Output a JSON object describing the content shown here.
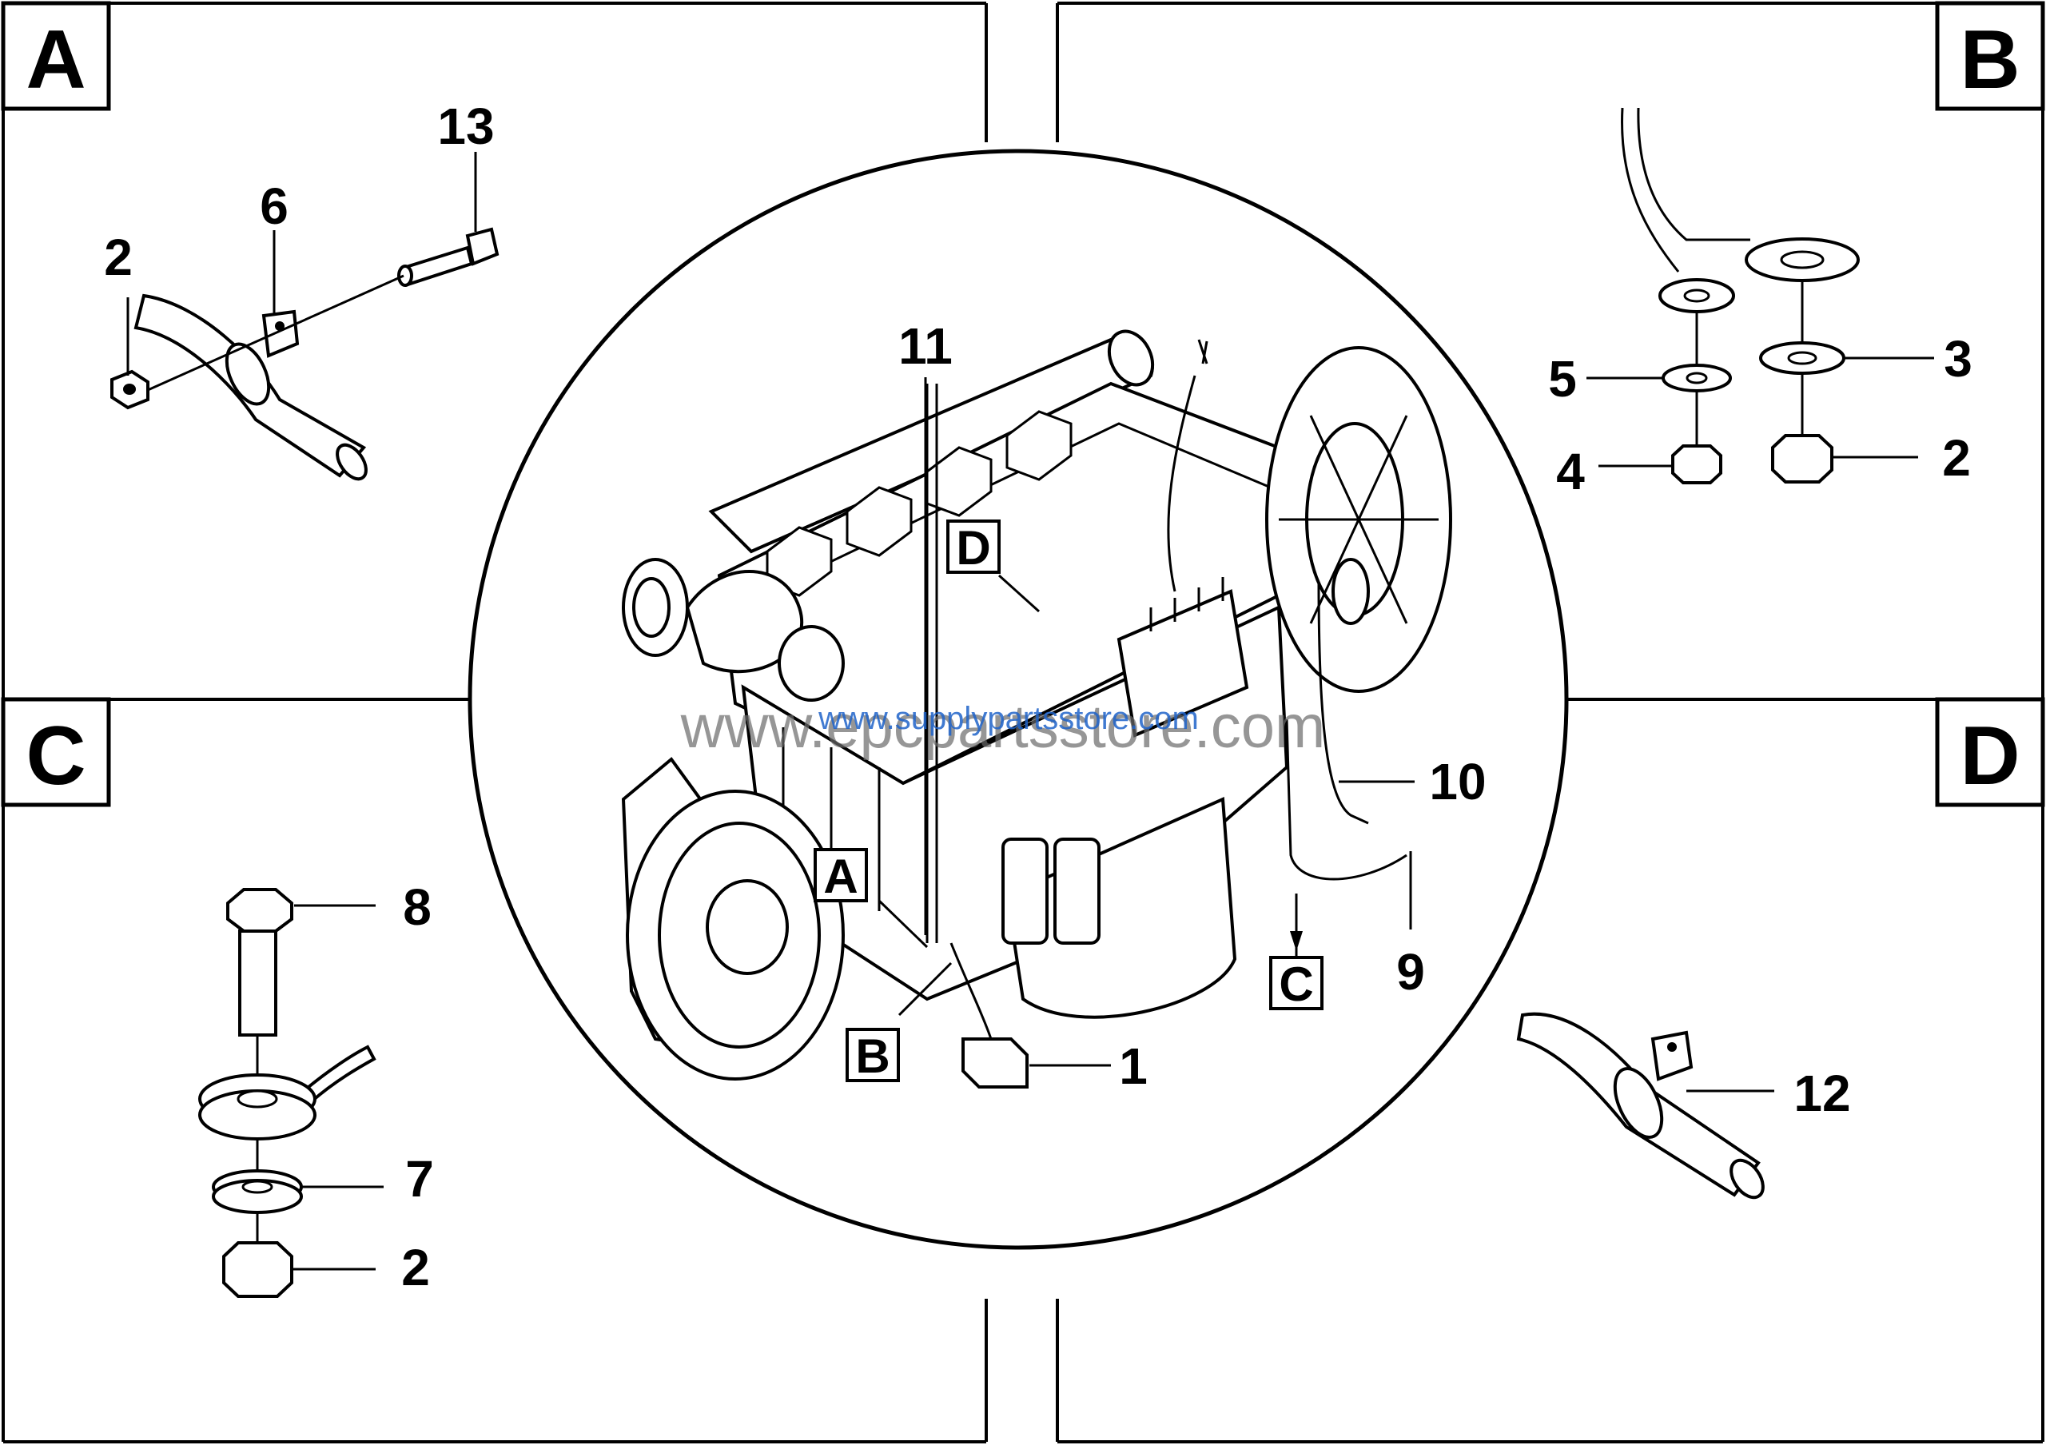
{
  "panels": {
    "A": {
      "letter": "A"
    },
    "B": {
      "letter": "B"
    },
    "C": {
      "letter": "C"
    },
    "D": {
      "letter": "D"
    }
  },
  "callouts_panel_a": {
    "bolt": "13",
    "clamp": "6",
    "nut": "2"
  },
  "callouts_panel_b": {
    "washer_small": "5",
    "nut_small": "4",
    "washer_large": "3",
    "nut_large": "2"
  },
  "callouts_panel_c": {
    "bolt": "8",
    "washer": "7",
    "nut": "2"
  },
  "callouts_panel_d": {
    "clamp": "12"
  },
  "callouts_center": {
    "pipe_top": "11",
    "connector": "1",
    "pipe_right": "10",
    "pipe_lower": "9"
  },
  "detail_markers": {
    "a": "A",
    "b": "B",
    "c": "C",
    "d": "D"
  },
  "watermark": {
    "large": "www.epcpartsstore.com",
    "small": "www.supplypartsstore.com"
  }
}
